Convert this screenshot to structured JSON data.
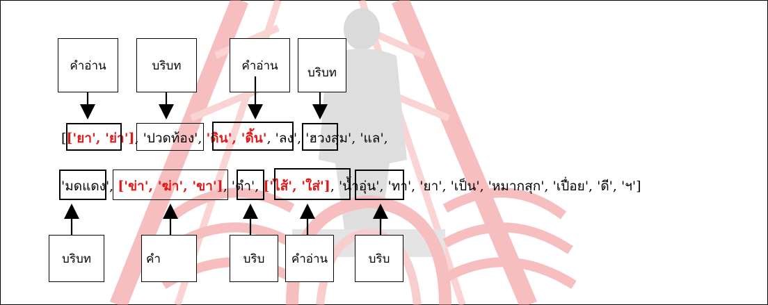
{
  "labels": {
    "top": [
      "คำอ่าน",
      "บริบท",
      "คำอ่าน",
      "บริบท"
    ],
    "bottom": [
      "บริบท",
      "คำ",
      "บริบ",
      "คำอ่าน",
      "บริบ"
    ]
  },
  "line1": {
    "open": "[",
    "t1": "['ยา', 'ย่า']",
    "s1": ", '",
    "t2": "ปวดท้อง'",
    "s2": ", ",
    "t3": "'ดิน', 'ดิ้น'",
    "s3": ", '",
    "t4": "ลง'",
    "s4": ", 'ฮวงสุ่ม', 'แล',"
  },
  "line2": {
    "t1": "'มดแดง'",
    "s1": ", ",
    "t2": "['ข่า', 'ฆ่า', 'ขา']",
    "s2": ", '",
    "t3": "ตำ'",
    "s3": ", ",
    "t4": "['ไส้', 'ใส่']",
    "s4": ", '",
    "t5": "น้ำอุ่น'",
    "s5": ", 'ทา', 'ยา', 'เป็น', 'หมากสุก', 'เปื่อย', 'ดี', 'ฯ']"
  },
  "colors": {
    "highlight": "#e01919",
    "watermark_red": "#f3a6a6",
    "watermark_grey": "#d4d4d4"
  }
}
